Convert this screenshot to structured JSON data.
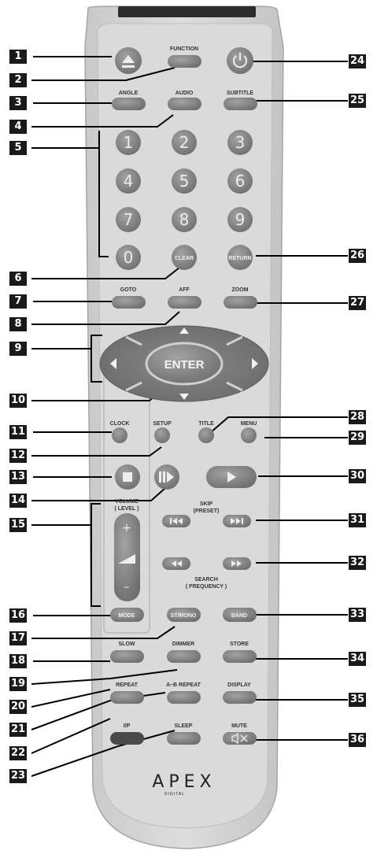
{
  "remote": {
    "buttons": {
      "function": "FUNCTION",
      "angle": "ANGLE",
      "audio": "AUDIO",
      "subtitle": "SUBTITLE",
      "digits": [
        "1",
        "2",
        "3",
        "4",
        "5",
        "6",
        "7",
        "8",
        "9",
        "0"
      ],
      "clear": "CLEAR",
      "return": "RETURN",
      "goto": "GOTO",
      "aff": "AFF",
      "zoom": "ZOOM",
      "enter": "ENTER",
      "clock": "CLOCK",
      "setup": "SETUP",
      "title": "TITLE",
      "menu": "MENU",
      "volume": "VOLUME",
      "volume_sub": "( LEVEL )",
      "plus": "+",
      "minus": "–",
      "skip": "SKIP",
      "skip_sub": "(PRESET)",
      "search": "SEARCH",
      "search_sub": "( FREQUENCY )",
      "mode": "MODE",
      "st_mono": "ST/MONO",
      "band": "BAND",
      "slow": "SLOW",
      "dimmer": "DIMMER",
      "store": "STORE",
      "repeat": "REPEAT",
      "ab_repeat": "A–B REPEAT",
      "display": "DISPLAY",
      "ip": "I/P",
      "sleep": "SLEEP",
      "mute": "MUTE"
    },
    "brand": "APEX",
    "brand_sub": "DIGITAL"
  },
  "callouts": [
    "1",
    "2",
    "3",
    "4",
    "5",
    "6",
    "7",
    "8",
    "9",
    "10",
    "11",
    "12",
    "13",
    "14",
    "15",
    "16",
    "17",
    "18",
    "19",
    "20",
    "21",
    "22",
    "23",
    "24",
    "25",
    "26",
    "27",
    "28",
    "29",
    "30",
    "31",
    "32",
    "33",
    "34",
    "35",
    "36"
  ],
  "colors": {
    "body": "#d7d7d7",
    "button": "#8c8c8c",
    "callout": "#1a1a1a",
    "ip_button": "#4a4a4a"
  }
}
